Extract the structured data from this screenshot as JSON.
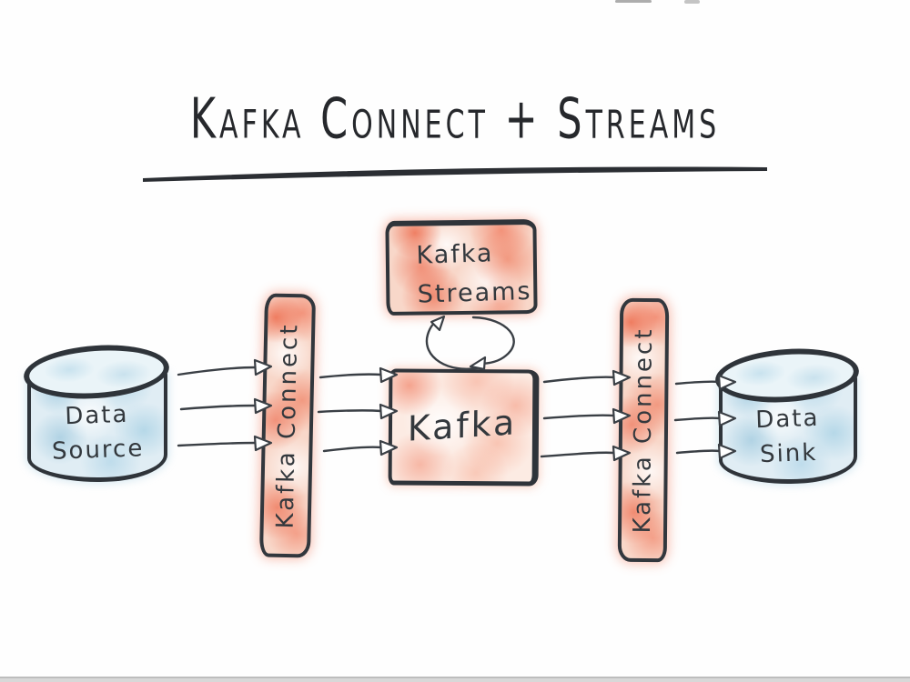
{
  "title": "Kafka Connect + Streams",
  "nodes": {
    "data_source": {
      "type": "cylinder",
      "lines": [
        "Data",
        "Source"
      ]
    },
    "connect_left": {
      "type": "bar",
      "label": "Kafka Connect"
    },
    "kafka_streams": {
      "type": "box",
      "lines": [
        "Kafka",
        "Streams"
      ]
    },
    "kafka": {
      "type": "box",
      "label": "Kafka"
    },
    "connect_right": {
      "type": "bar",
      "label": "Kafka Connect"
    },
    "data_sink": {
      "type": "cylinder",
      "lines": [
        "Data",
        "Sink"
      ]
    }
  },
  "flows": [
    {
      "from": "data_source",
      "to": "connect_left",
      "arrows": 3
    },
    {
      "from": "connect_left",
      "to": "kafka",
      "arrows": 3
    },
    {
      "from": "kafka",
      "to": "connect_right",
      "arrows": 3
    },
    {
      "from": "connect_right",
      "to": "data_sink",
      "arrows": 3
    },
    {
      "from": "kafka_streams",
      "to": "kafka",
      "bidirectional": true
    }
  ],
  "colors": {
    "ink": "#32373d",
    "accent_red": "#ee6a4a",
    "accent_blue": "#a9cfe0",
    "background": "#ffffff"
  }
}
